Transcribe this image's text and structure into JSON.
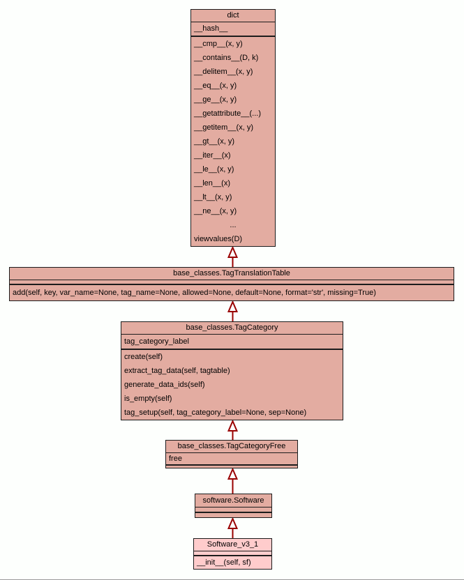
{
  "diagram": {
    "type": "uml-class-inheritance",
    "colors": {
      "box_fill": "#e3aca1",
      "highlight_fill": "#ffcccc",
      "box_border": "#1c1c1c",
      "edge": "#990000",
      "background": "#fdfffd"
    },
    "classes": {
      "dict": {
        "title": "dict",
        "attributes": [
          "__hash__"
        ],
        "methods": [
          "__cmp__(x, y)",
          "__contains__(D, k)",
          "__delitem__(x, y)",
          "__eq__(x, y)",
          "__ge__(x, y)",
          "__getattribute__(...)",
          "__getitem__(x, y)",
          "__gt__(x, y)",
          "__iter__(x)",
          "__le__(x, y)",
          "__len__(x)",
          "__lt__(x, y)",
          "__ne__(x, y)",
          "...",
          "viewvalues(D)"
        ]
      },
      "tag_translation_table": {
        "title": "base_classes.TagTranslationTable",
        "attributes": [],
        "methods": [
          "add(self, key, var_name=None, tag_name=None, allowed=None, default=None, format='str', missing=True)"
        ]
      },
      "tag_category": {
        "title": "base_classes.TagCategory",
        "attributes": [
          "tag_category_label"
        ],
        "methods": [
          "create(self)",
          "extract_tag_data(self, tagtable)",
          "generate_data_ids(self)",
          "is_empty(self)",
          "tag_setup(self, tag_category_label=None, sep=None)"
        ]
      },
      "tag_category_free": {
        "title": "base_classes.TagCategoryFree",
        "attributes": [
          "free"
        ],
        "methods": []
      },
      "software": {
        "title": "software.Software",
        "attributes": [],
        "methods": []
      },
      "software_v3_1": {
        "title": "Software_v3_1",
        "attributes": [],
        "methods": [
          "__init__(self, sf)"
        ]
      }
    },
    "edges": [
      {
        "from": "base_classes.TagTranslationTable",
        "to": "dict"
      },
      {
        "from": "base_classes.TagCategory",
        "to": "base_classes.TagTranslationTable"
      },
      {
        "from": "base_classes.TagCategoryFree",
        "to": "base_classes.TagCategory"
      },
      {
        "from": "software.Software",
        "to": "base_classes.TagCategoryFree"
      },
      {
        "from": "Software_v3_1",
        "to": "software.Software"
      }
    ]
  }
}
